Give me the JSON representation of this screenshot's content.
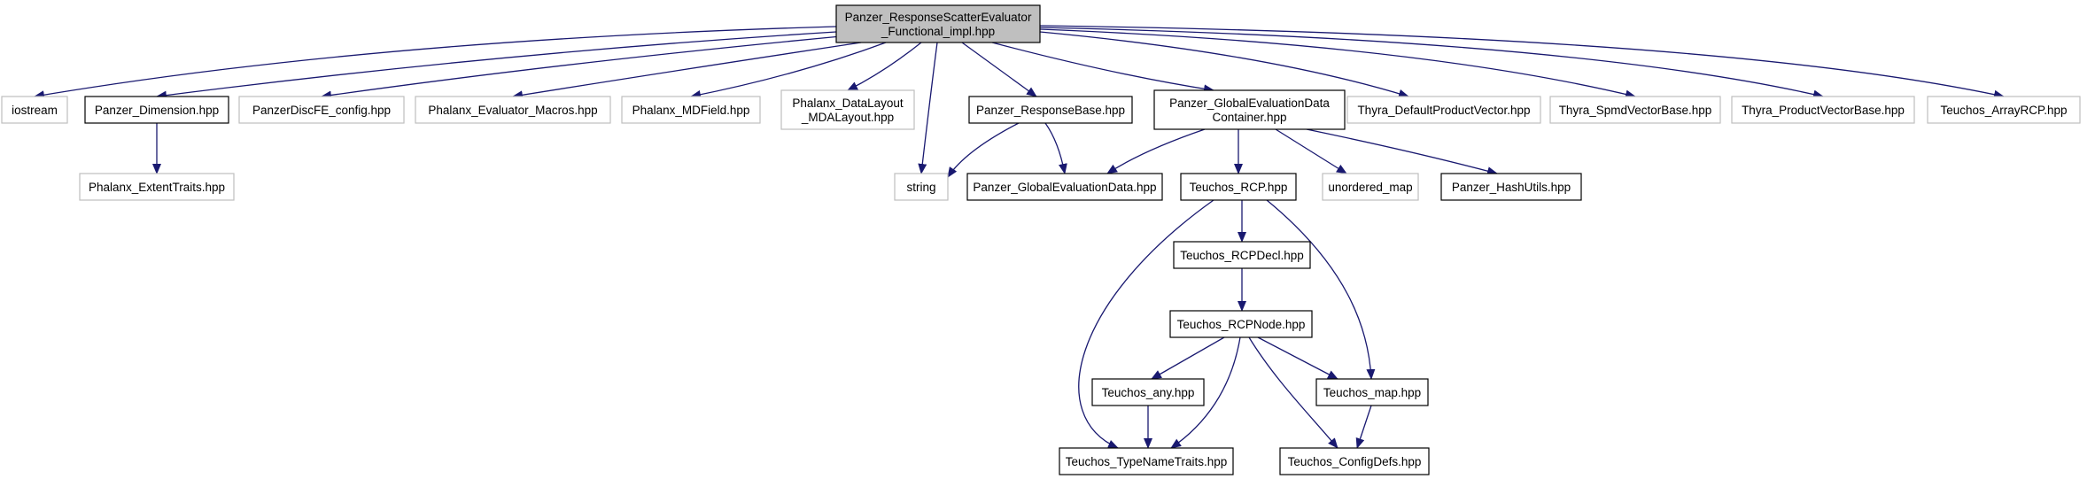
{
  "colors": {
    "edge": "#191970",
    "root_fill": "#bfbfbf",
    "documented_border": "#000000",
    "external_border": "#bfbfbf",
    "background": "#ffffff"
  },
  "nodes": {
    "root": {
      "lines": [
        "Panzer_ResponseScatterEvaluator",
        "_Functional_impl.hpp"
      ],
      "style": "root"
    },
    "iostream": {
      "lines": [
        "iostream"
      ],
      "style": "external"
    },
    "panzer_dimension": {
      "lines": [
        "Panzer_Dimension.hpp"
      ],
      "style": "documented"
    },
    "panzerdiscfe": {
      "lines": [
        "PanzerDiscFE_config.hpp"
      ],
      "style": "external"
    },
    "phalanx_evalmacros": {
      "lines": [
        "Phalanx_Evaluator_Macros.hpp"
      ],
      "style": "external"
    },
    "phalanx_mdfield": {
      "lines": [
        "Phalanx_MDField.hpp"
      ],
      "style": "external"
    },
    "phalanx_datalayout": {
      "lines": [
        "Phalanx_DataLayout",
        "_MDALayout.hpp"
      ],
      "style": "external"
    },
    "string": {
      "lines": [
        "string"
      ],
      "style": "external"
    },
    "panzer_responsebase": {
      "lines": [
        "Panzer_ResponseBase.hpp"
      ],
      "style": "documented"
    },
    "panzer_gedc": {
      "lines": [
        "Panzer_GlobalEvaluationData",
        "Container.hpp"
      ],
      "style": "documented"
    },
    "thyra_dpv": {
      "lines": [
        "Thyra_DefaultProductVector.hpp"
      ],
      "style": "external"
    },
    "thyra_svb": {
      "lines": [
        "Thyra_SpmdVectorBase.hpp"
      ],
      "style": "external"
    },
    "thyra_pvb": {
      "lines": [
        "Thyra_ProductVectorBase.hpp"
      ],
      "style": "external"
    },
    "teuchos_arrayrcp": {
      "lines": [
        "Teuchos_ArrayRCP.hpp"
      ],
      "style": "external"
    },
    "phalanx_extent": {
      "lines": [
        "Phalanx_ExtentTraits.hpp"
      ],
      "style": "external"
    },
    "panzer_ged": {
      "lines": [
        "Panzer_GlobalEvaluationData.hpp"
      ],
      "style": "documented"
    },
    "teuchos_rcp": {
      "lines": [
        "Teuchos_RCP.hpp"
      ],
      "style": "documented"
    },
    "unordered_map": {
      "lines": [
        "unordered_map"
      ],
      "style": "external"
    },
    "panzer_hashutils": {
      "lines": [
        "Panzer_HashUtils.hpp"
      ],
      "style": "documented"
    },
    "teuchos_rcpdecl": {
      "lines": [
        "Teuchos_RCPDecl.hpp"
      ],
      "style": "documented"
    },
    "teuchos_rcpnode": {
      "lines": [
        "Teuchos_RCPNode.hpp"
      ],
      "style": "documented"
    },
    "teuchos_any": {
      "lines": [
        "Teuchos_any.hpp"
      ],
      "style": "documented"
    },
    "teuchos_map": {
      "lines": [
        "Teuchos_map.hpp"
      ],
      "style": "documented"
    },
    "teuchos_typename": {
      "lines": [
        "Teuchos_TypeNameTraits.hpp"
      ],
      "style": "documented"
    },
    "teuchos_configdefs": {
      "lines": [
        "Teuchos_ConfigDefs.hpp"
      ],
      "style": "documented"
    }
  },
  "edges": [
    [
      "root",
      "iostream"
    ],
    [
      "root",
      "panzer_dimension"
    ],
    [
      "root",
      "panzerdiscfe"
    ],
    [
      "root",
      "phalanx_evalmacros"
    ],
    [
      "root",
      "phalanx_mdfield"
    ],
    [
      "root",
      "phalanx_datalayout"
    ],
    [
      "root",
      "string"
    ],
    [
      "root",
      "panzer_responsebase"
    ],
    [
      "root",
      "panzer_gedc"
    ],
    [
      "root",
      "thyra_dpv"
    ],
    [
      "root",
      "thyra_svb"
    ],
    [
      "root",
      "thyra_pvb"
    ],
    [
      "root",
      "teuchos_arrayrcp"
    ],
    [
      "panzer_dimension",
      "phalanx_extent"
    ],
    [
      "panzer_responsebase",
      "string"
    ],
    [
      "panzer_responsebase",
      "panzer_ged"
    ],
    [
      "panzer_gedc",
      "panzer_ged"
    ],
    [
      "panzer_gedc",
      "teuchos_rcp"
    ],
    [
      "panzer_gedc",
      "unordered_map"
    ],
    [
      "panzer_gedc",
      "panzer_hashutils"
    ],
    [
      "teuchos_rcp",
      "teuchos_rcpdecl"
    ],
    [
      "teuchos_rcp",
      "teuchos_typename"
    ],
    [
      "teuchos_rcp",
      "teuchos_map"
    ],
    [
      "teuchos_rcpdecl",
      "teuchos_rcpnode"
    ],
    [
      "teuchos_rcpnode",
      "teuchos_any"
    ],
    [
      "teuchos_rcpnode",
      "teuchos_typename"
    ],
    [
      "teuchos_rcpnode",
      "teuchos_map"
    ],
    [
      "teuchos_rcpnode",
      "teuchos_configdefs"
    ],
    [
      "teuchos_any",
      "teuchos_typename"
    ],
    [
      "teuchos_map",
      "teuchos_configdefs"
    ]
  ]
}
